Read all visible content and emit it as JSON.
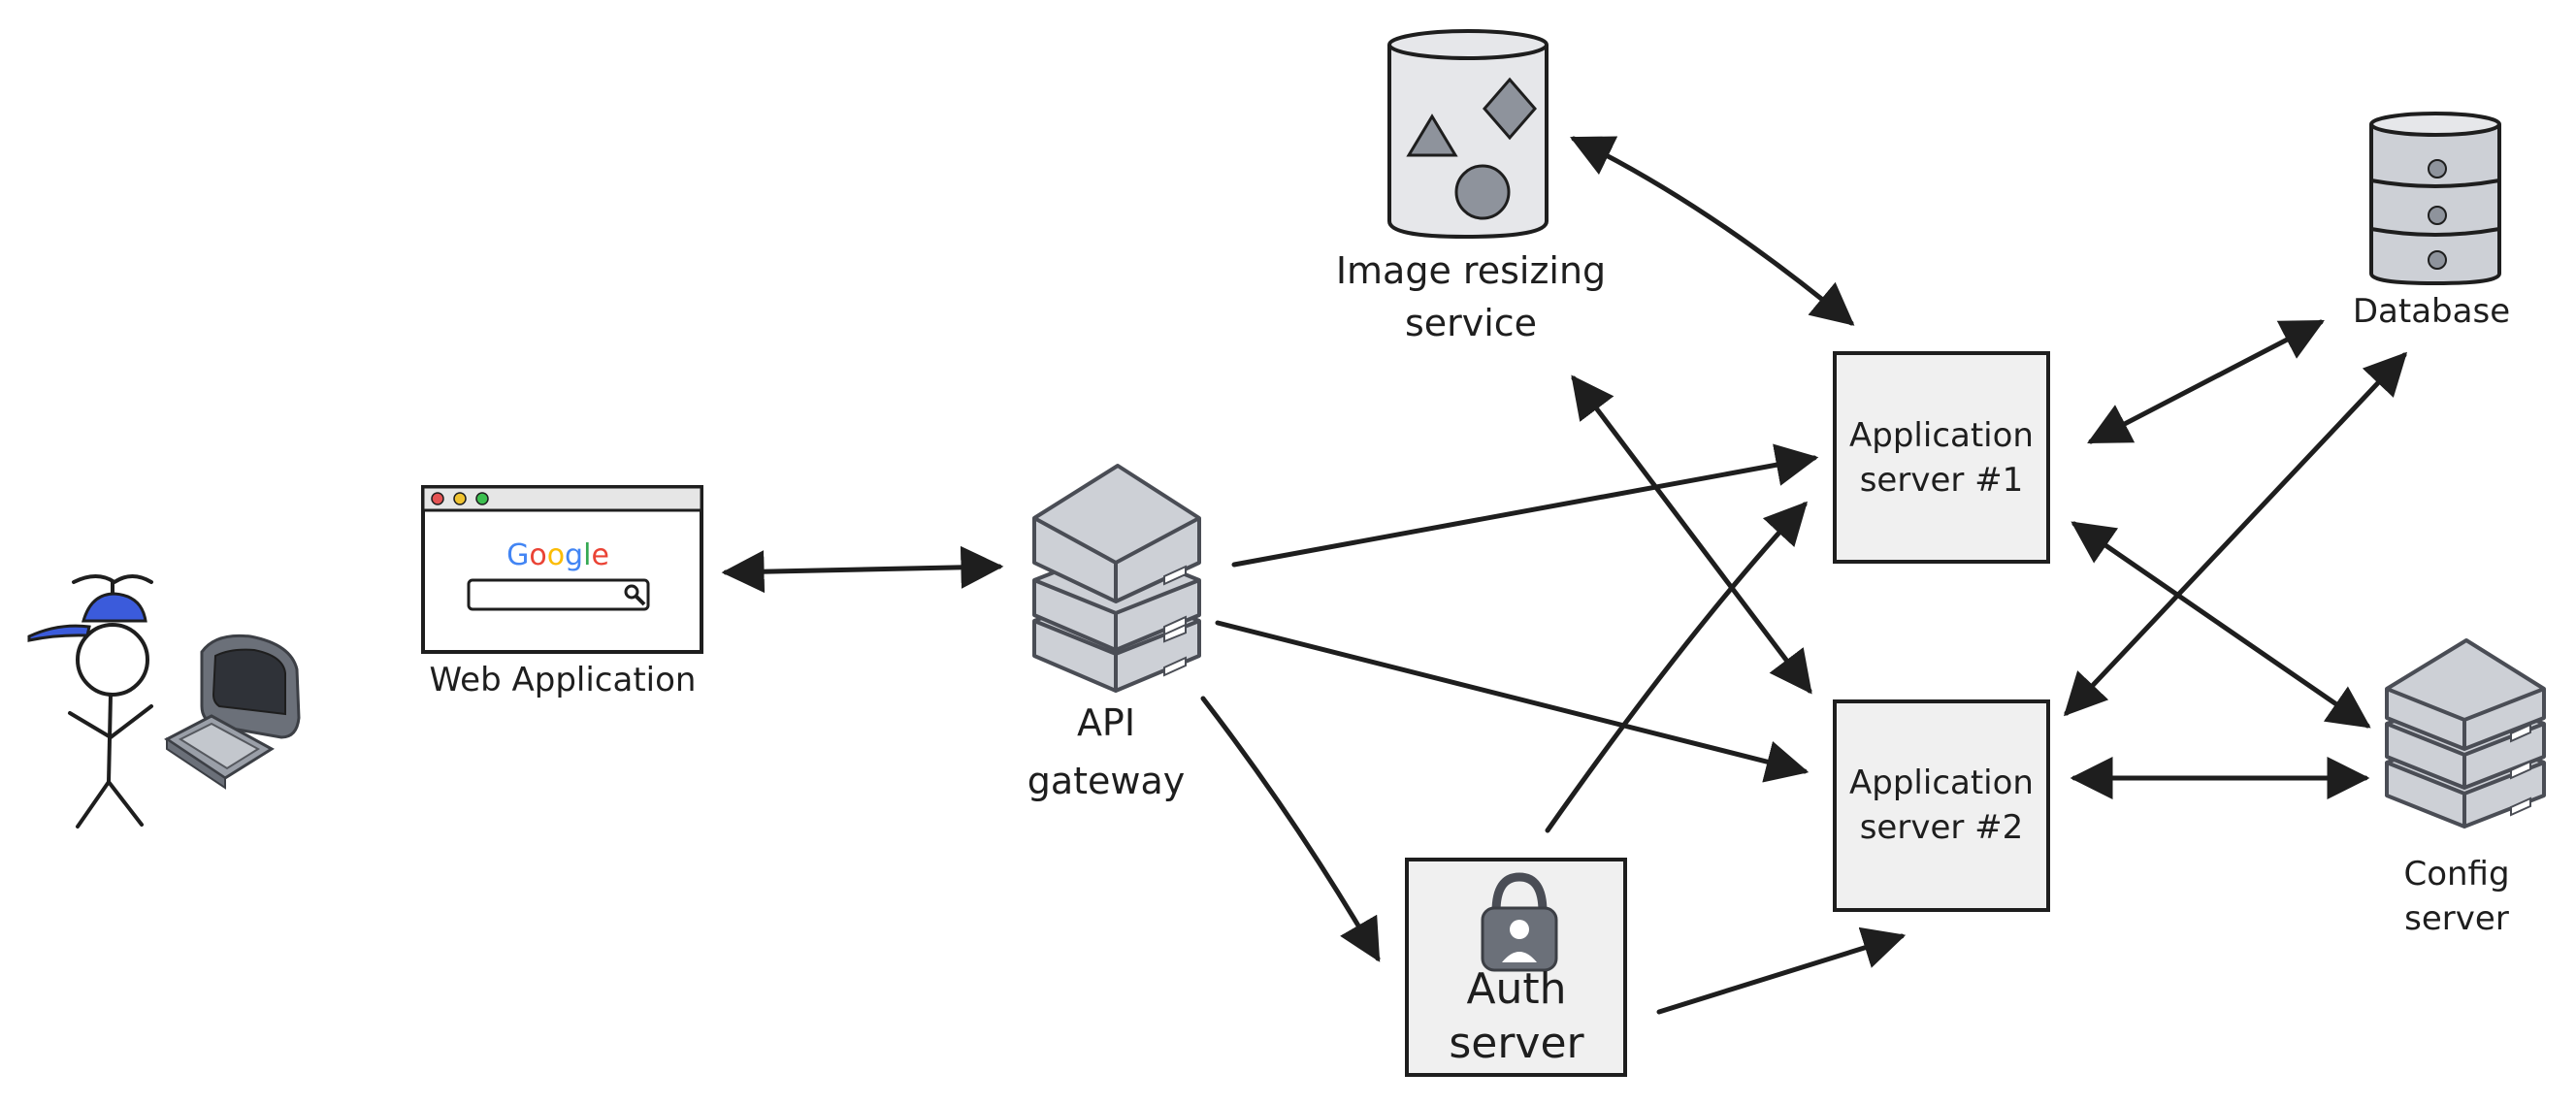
{
  "diagram": {
    "nodes": {
      "user": {
        "label": ""
      },
      "computer": {
        "label": ""
      },
      "web_app": {
        "label": "Web Application",
        "brand": "Google",
        "brand_colors": [
          "#4285F4",
          "#EA4335",
          "#FBBC05",
          "#4285F4",
          "#34A853",
          "#EA4335"
        ]
      },
      "api_gateway": {
        "label_line1": "API",
        "label_line2": "gateway"
      },
      "image_resizing": {
        "label_line1": "Image resizing",
        "label_line2": "service"
      },
      "app_server_1": {
        "label_line1": "Application",
        "label_line2": "server #1"
      },
      "app_server_2": {
        "label_line1": "Application",
        "label_line2": "server #2"
      },
      "auth_server": {
        "label_line1": "Auth",
        "label_line2": "server"
      },
      "database": {
        "label": "Database"
      },
      "config_server": {
        "label_line1": "Config",
        "label_line2": "server"
      }
    },
    "edges": [
      {
        "from": "web_app",
        "to": "api_gateway",
        "direction": "both"
      },
      {
        "from": "api_gateway",
        "to": "app_server_1",
        "direction": "forward"
      },
      {
        "from": "api_gateway",
        "to": "app_server_2",
        "direction": "forward"
      },
      {
        "from": "api_gateway",
        "to": "auth_server",
        "direction": "forward"
      },
      {
        "from": "auth_server",
        "to": "app_server_1",
        "direction": "forward"
      },
      {
        "from": "auth_server",
        "to": "app_server_2",
        "direction": "forward"
      },
      {
        "from": "image_resizing",
        "to": "app_server_1",
        "direction": "both"
      },
      {
        "from": "image_resizing",
        "to": "app_server_2",
        "direction": "both"
      },
      {
        "from": "app_server_1",
        "to": "database",
        "direction": "both"
      },
      {
        "from": "app_server_2",
        "to": "database",
        "direction": "both"
      },
      {
        "from": "app_server_1",
        "to": "config_server",
        "direction": "both"
      },
      {
        "from": "app_server_2",
        "to": "config_server",
        "direction": "both"
      }
    ],
    "colors": {
      "stroke": "#1e1e1e",
      "hat": "#3b5bdb",
      "server_fill": "#cdd0d6",
      "box_fill": "#f0f0f0"
    }
  }
}
